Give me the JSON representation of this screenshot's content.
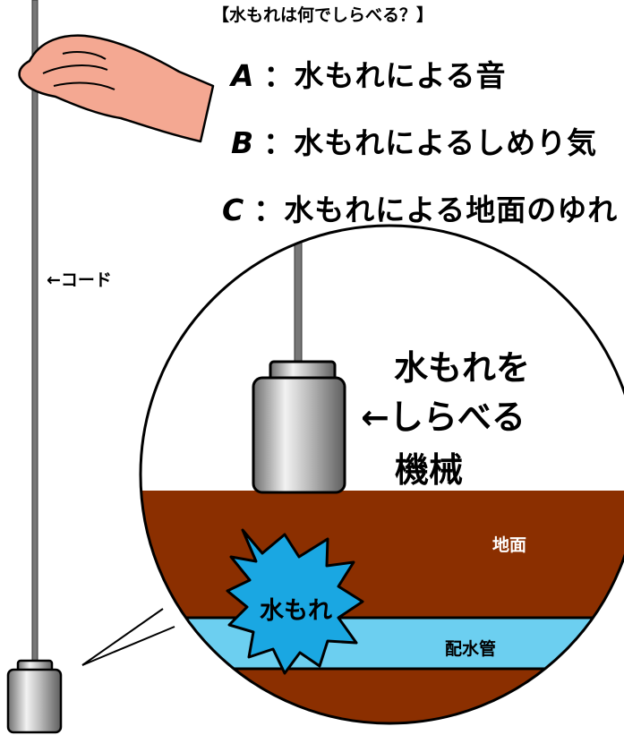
{
  "question": {
    "heading": "【水もれは何でしらべる？】",
    "options": [
      {
        "key": "A",
        "sep": "：",
        "text": "水もれによる音"
      },
      {
        "key": "B",
        "sep": "：",
        "text": "水もれによるしめり気"
      },
      {
        "key": "C",
        "sep": "：",
        "text": "水もれによる地面のゆれ"
      }
    ]
  },
  "labels": {
    "cord": "←コード",
    "device": [
      "水もれを",
      "←しらべる",
      "機械"
    ],
    "ground": "地面",
    "pipe": "配水管",
    "leak": "水もれ"
  },
  "colors": {
    "ground": "#8b2f00",
    "pipe": "#6ccff0",
    "leak": "#1aa7e2",
    "hand": "#f4a892",
    "device_gray": "#9a9a9a"
  }
}
